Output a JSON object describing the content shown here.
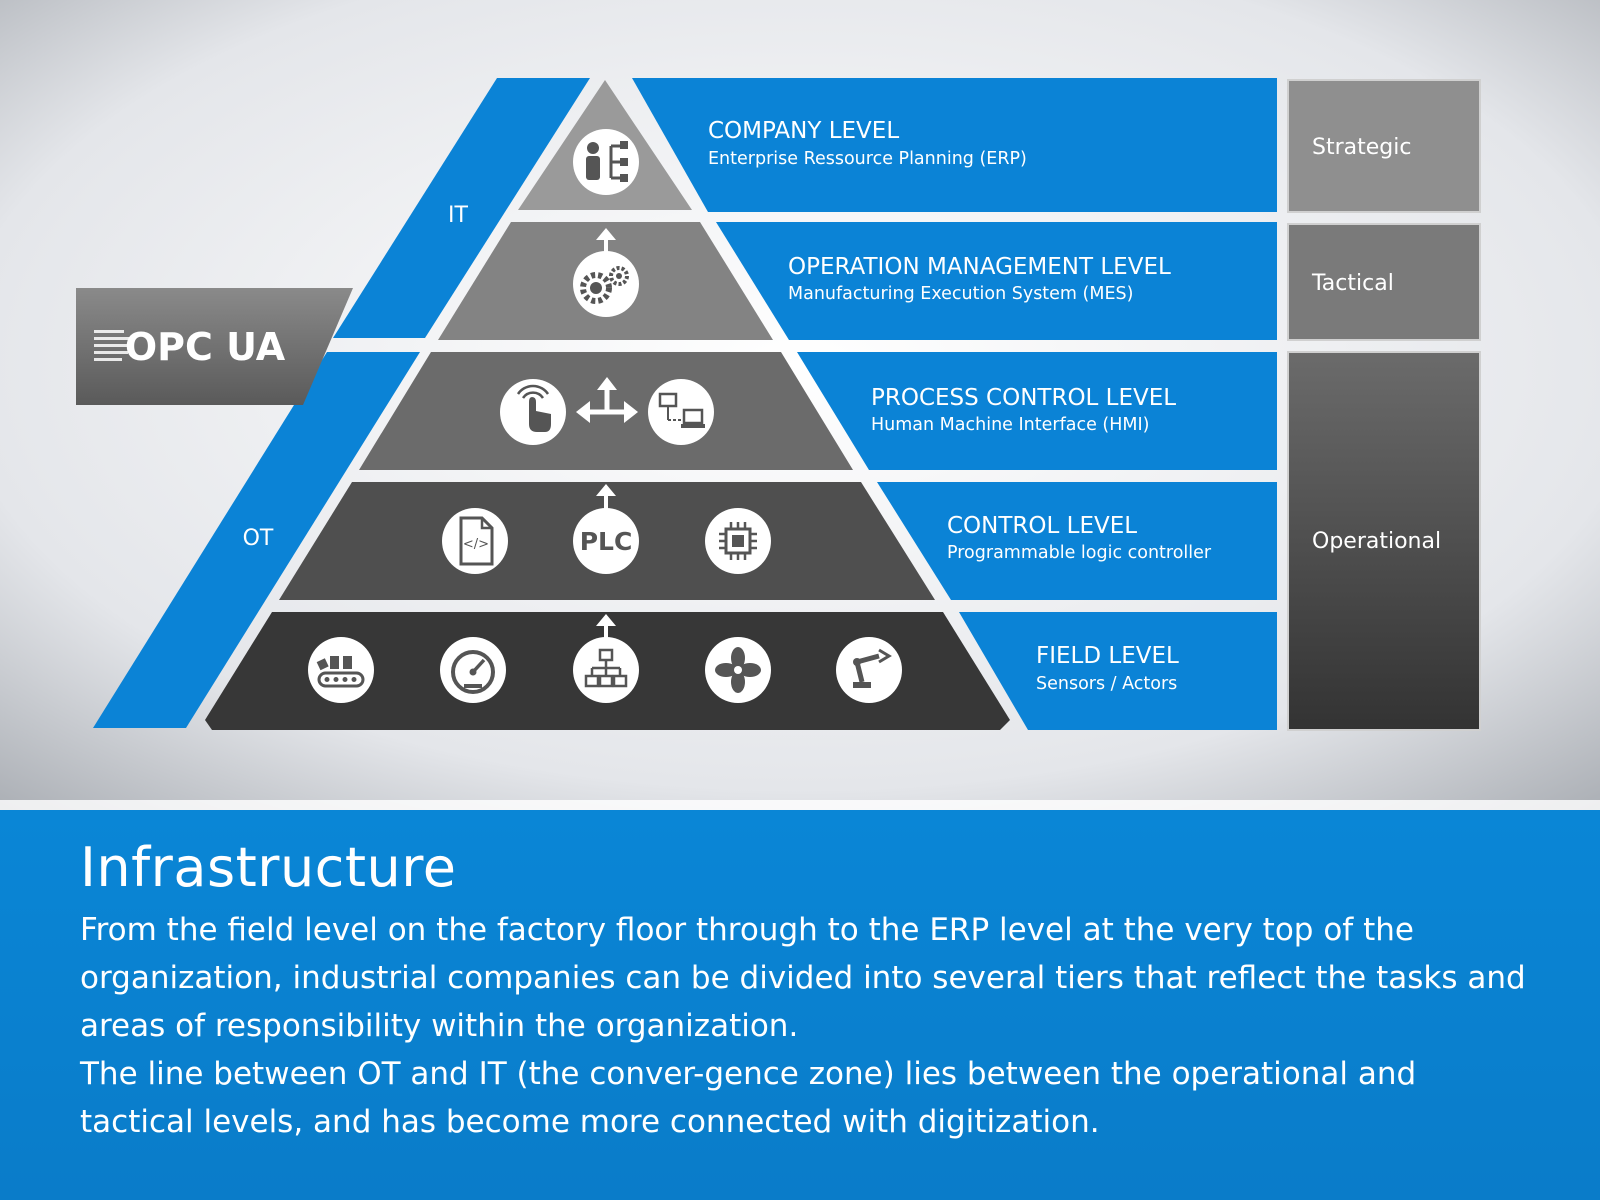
{
  "logo": {
    "text": "OPC UA"
  },
  "zones": {
    "it": "IT",
    "ot": "OT"
  },
  "levels": [
    {
      "title": "COMPANY LEVEL",
      "subtitle": "Enterprise Ressource Planning (ERP)"
    },
    {
      "title": "OPERATION MANAGEMENT LEVEL",
      "subtitle": "Manufacturing Execution System (MES)"
    },
    {
      "title": "PROCESS CONTROL LEVEL",
      "subtitle": "Human Machine Interface (HMI)"
    },
    {
      "title": "CONTROL LEVEL",
      "subtitle": "Programmable logic controller"
    },
    {
      "title": "FIELD LEVEL",
      "subtitle": "Sensors / Actors"
    }
  ],
  "tiers": {
    "strategic": "Strategic",
    "tactical": "Tactical",
    "operational": "Operational"
  },
  "plc_label": "PLC",
  "icons": {
    "company": [
      "hierarchy-person-icon"
    ],
    "operation": [
      "gears-icon"
    ],
    "process": [
      "touch-hand-icon",
      "network-computer-icon"
    ],
    "control": [
      "code-file-icon",
      "plc-icon",
      "chip-icon"
    ],
    "field": [
      "conveyor-icon",
      "gauge-icon",
      "network-tree-icon",
      "fan-icon",
      "robot-arm-icon"
    ]
  },
  "colors": {
    "blue": "#0b83d6",
    "level1": "#9a9a9a",
    "level2": "#828282",
    "level3": "#6a6a6a",
    "level4": "#4e4e4e",
    "level5": "#363636"
  },
  "footer": {
    "heading": "Infrastructure",
    "paragraph1": "From the field level on the factory floor through to the ERP level at the very top of the organization, industrial companies can be divided into several tiers that reflect the tasks and areas of responsibility within the organization.",
    "paragraph2": "The line between OT and IT (the conver-gence zone) lies between the operational and tactical levels, and has become more connected with digitization."
  }
}
